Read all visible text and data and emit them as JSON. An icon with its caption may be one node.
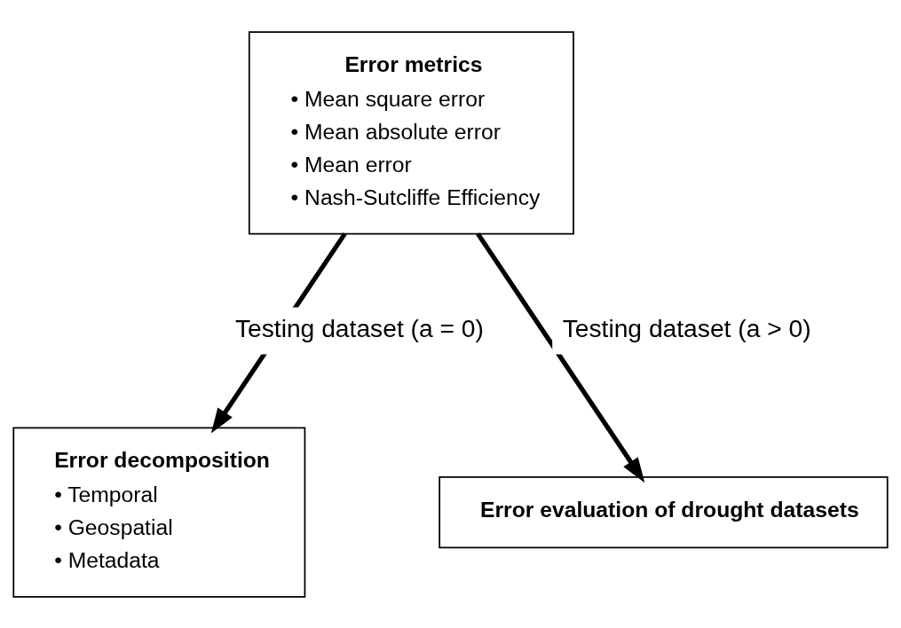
{
  "diagram": {
    "nodes": [
      {
        "text": [
          "Error metrics",
          "• Mean square error",
          "• Mean absolute error",
          "• Mean error",
          "• Nash-Sutcliffe Efficiency"
        ]
      },
      {
        "text": [
          "Error decomposition",
          "• Temporal",
          "• Geospatial",
          "• Metadata"
        ]
      },
      {
        "text": [
          "Error evaluation of drought datasets"
        ]
      }
    ],
    "edges": [
      {
        "from": 0,
        "to": 1,
        "arrow": "to",
        "label": "Testing dataset (a = 0)"
      },
      {
        "from": 0,
        "to": 2,
        "arrow": "to",
        "label": "Testing dataset (a > 0)"
      }
    ]
  }
}
